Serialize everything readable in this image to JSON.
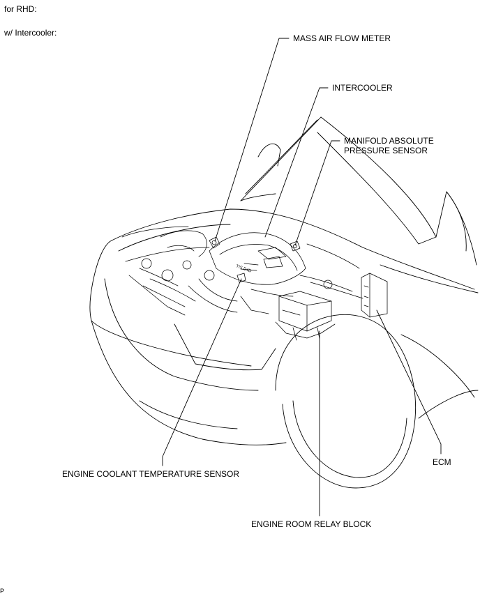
{
  "header": {
    "config": "for RHD:",
    "variant": "w/ Intercooler:"
  },
  "callouts": {
    "mass_air_flow_meter": "MASS AIR FLOW METER",
    "intercooler": "INTERCOOLER",
    "map_sensor": "MANIFOLD ABSOLUTE\nPRESSURE SENSOR",
    "coolant_temp_sensor": "ENGINE COOLANT TEMPERATURE SENSOR",
    "ecm": "ECM",
    "relay_block": "ENGINE ROOM RELAY BLOCK"
  },
  "engine_cover_text": "TIS D4D",
  "footer": {
    "code": "P"
  }
}
